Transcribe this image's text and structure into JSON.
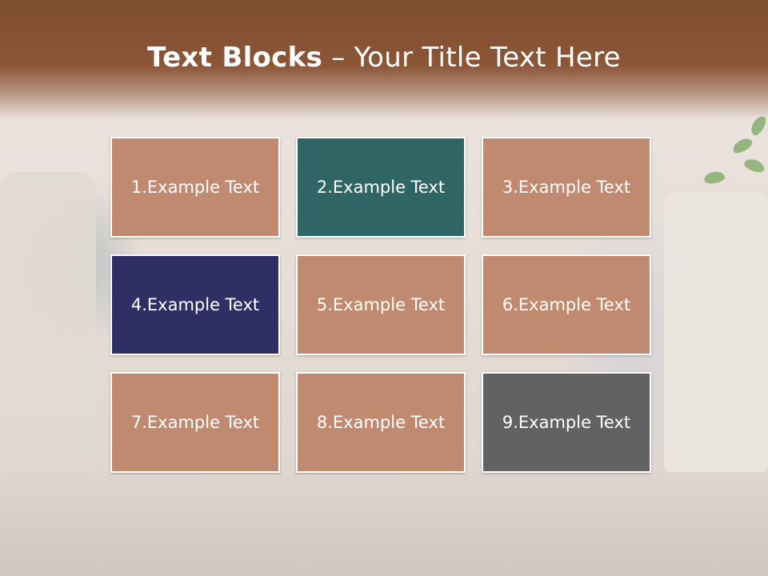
{
  "slide": {
    "title_bold": "Text Blocks",
    "title_dash": " – ",
    "title_rest": "Your Title Text Here"
  },
  "colors": {
    "header": "#8c5637",
    "block_default": "#c08a70",
    "block_teal": "#306566",
    "block_navy": "#302f65",
    "block_gray": "#626262"
  },
  "blocks": [
    {
      "label": "1.Example Text",
      "color": "#c08a70"
    },
    {
      "label": "2.Example Text",
      "color": "#306566"
    },
    {
      "label": "3.Example Text",
      "color": "#c08a70"
    },
    {
      "label": "4.Example Text",
      "color": "#302f65"
    },
    {
      "label": "5.Example Text",
      "color": "#c08a70"
    },
    {
      "label": "6.Example Text",
      "color": "#c08a70"
    },
    {
      "label": "7.Example Text",
      "color": "#c08a70"
    },
    {
      "label": "8.Example Text",
      "color": "#c08a70"
    },
    {
      "label": "9.Example Text",
      "color": "#626262"
    }
  ]
}
